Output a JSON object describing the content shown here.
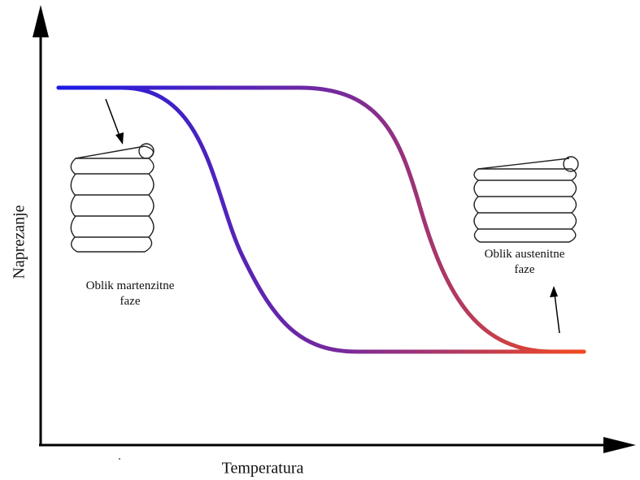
{
  "axes": {
    "y_label": "Naprezanje",
    "x_label": "Temperatura"
  },
  "curves": {
    "gradient_start_color": "#1a1ae6",
    "gradient_mid_color": "#7a2a9a",
    "gradient_end_color": "#f24a1e"
  },
  "annotations": {
    "martensite_line1": "Oblik martenzitne",
    "martensite_line2": "faze",
    "austenite_line1": "Oblik austenitne",
    "austenite_line2": "faze"
  },
  "icons": {
    "martensite_spring": "coil-spring-icon",
    "austenite_spring": "coil-spring-icon"
  }
}
